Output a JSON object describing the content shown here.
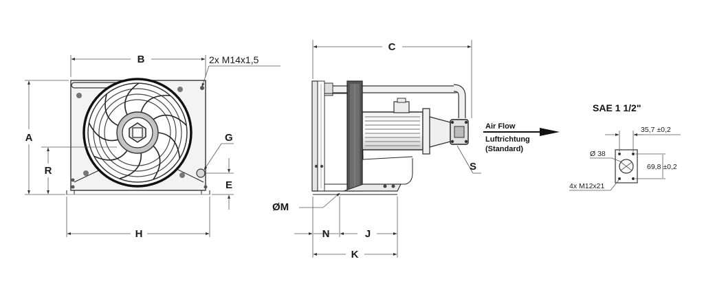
{
  "front_view": {
    "dim_b": "B",
    "dim_a": "A",
    "dim_r": "R",
    "dim_h": "H",
    "dim_e": "E",
    "dim_g": "G",
    "thread_note": "2x M14x1,5"
  },
  "side_view": {
    "dim_c": "C",
    "dim_s": "S",
    "dim_m": "ØM",
    "dim_n": "N",
    "dim_j": "J",
    "dim_k": "K"
  },
  "airflow": {
    "label_en": "Air Flow",
    "label_de": "Luftrichtung",
    "label_std": "(Standard)"
  },
  "sae_flange": {
    "title": "SAE 1 1/2\"",
    "dim_35": "35,7 ±0,2",
    "dim_69": "69,8 ±0,2",
    "dia_38": "Ø 38",
    "bolts": "4x M12x21"
  }
}
